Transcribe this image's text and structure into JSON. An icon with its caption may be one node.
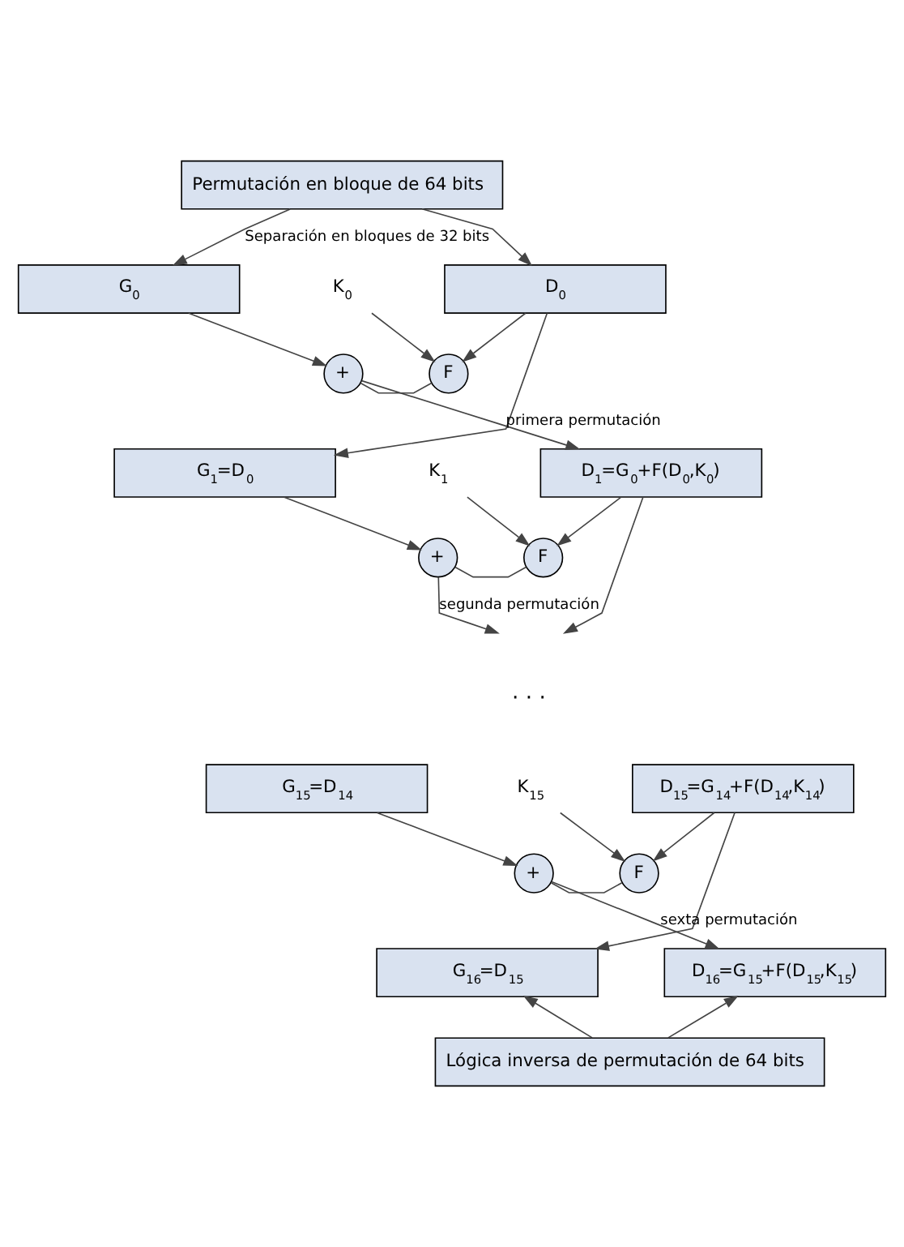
{
  "diagram": {
    "nodes": [
      {
        "text": [
          "Permutación en bloque de 64 bits"
        ]
      },
      {
        "text": [
          "G$_{0}$"
        ]
      },
      {
        "text": [
          "K$_{0}$"
        ]
      },
      {
        "text": [
          "D$_{0}$"
        ]
      },
      {
        "text": [
          "+"
        ]
      },
      {
        "text": [
          "F"
        ]
      },
      {
        "text": [
          "G$_{1}$=D$_{0}$"
        ]
      },
      {
        "text": [
          "K$_{1}$"
        ]
      },
      {
        "text": [
          "D$_{1}$=G$_{0}$+F(D$_{0}$,K$_{0}$)"
        ]
      },
      {
        "text": [
          "+"
        ]
      },
      {
        "text": [
          "F"
        ]
      },
      {
        "text": [
          "G$_{15}$=D$_{14}$"
        ]
      },
      {
        "text": [
          "K$_{15}$"
        ]
      },
      {
        "text": [
          "D$_{15}$=G$_{14}$+F(D$_{14}$,K$_{14}$)"
        ]
      },
      {
        "text": [
          "+"
        ]
      },
      {
        "text": [
          "F"
        ]
      },
      {
        "text": [
          "G$_{16}$=D$_{15}$"
        ]
      },
      {
        "text": [
          "D$_{16}$=G$_{15}$+F(D$_{15}$,K$_{15}$)"
        ]
      },
      {
        "text": [
          "Lógica inversa de permutación de 64 bits"
        ]
      }
    ],
    "edges": [
      {
        "from": 0,
        "to": 1,
        "arrow": "to",
        "label": "Separación en bloques de 32 bits"
      },
      {
        "from": 0,
        "to": 3,
        "arrow": "to"
      },
      {
        "from": 1,
        "to": 4,
        "arrow": "to"
      },
      {
        "from": 2,
        "to": 5,
        "arrow": "to"
      },
      {
        "from": 3,
        "to": 5,
        "arrow": "to"
      },
      {
        "from": 5,
        "to": 4,
        "arrow": "none"
      },
      {
        "from": 4,
        "to": 8,
        "arrow": "to",
        "label": "primera permutación"
      },
      {
        "from": 3,
        "to": 6,
        "arrow": "to"
      },
      {
        "from": 6,
        "to": 9,
        "arrow": "to"
      },
      {
        "from": 7,
        "to": 10,
        "arrow": "to"
      },
      {
        "from": 8,
        "to": 10,
        "arrow": "to"
      },
      {
        "from": 10,
        "to": 9,
        "arrow": "none"
      },
      {
        "from": 9,
        "to": null,
        "arrow": "to",
        "label": "segunda permutación"
      },
      {
        "from": 8,
        "to": null,
        "arrow": "to"
      },
      {
        "from": 11,
        "to": 14,
        "arrow": "to"
      },
      {
        "from": 12,
        "to": 15,
        "arrow": "to"
      },
      {
        "from": 13,
        "to": 15,
        "arrow": "to"
      },
      {
        "from": 15,
        "to": 14,
        "arrow": "none"
      },
      {
        "from": 14,
        "to": 17,
        "arrow": "to",
        "label": "sexta permutación"
      },
      {
        "from": 13,
        "to": 16,
        "arrow": "to"
      },
      {
        "from": 18,
        "to": 16,
        "arrow": "to"
      },
      {
        "from": 18,
        "to": 17,
        "arrow": "to"
      }
    ],
    "labels": [
      "· · ·"
    ]
  }
}
